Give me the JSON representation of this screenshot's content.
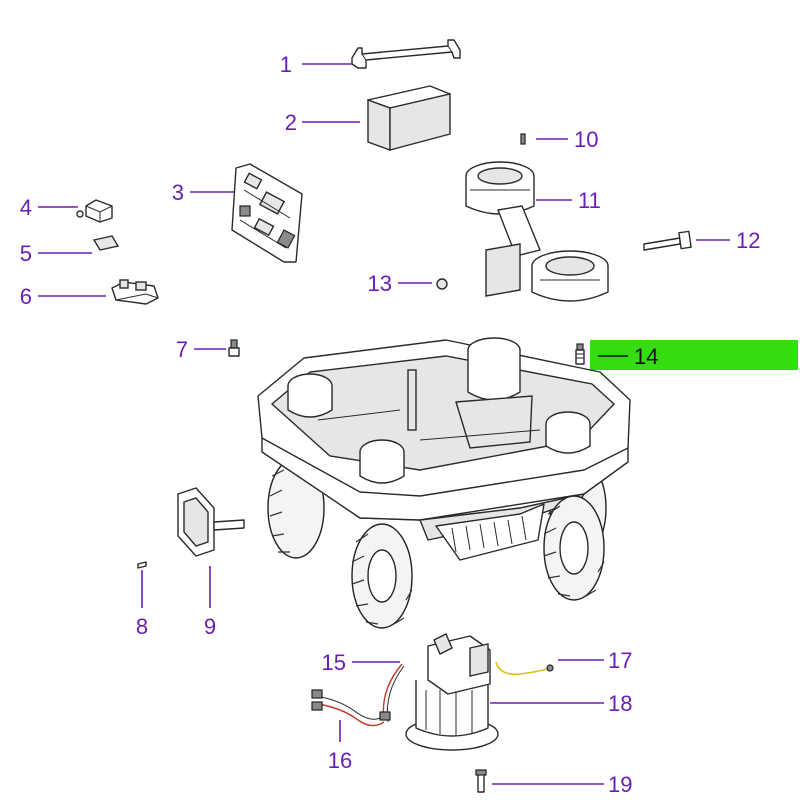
{
  "highlight_color": "#33dd11",
  "callout_color": "#6a1fb0",
  "highlighted_label": "14",
  "labels": [
    {
      "id": "1",
      "text": "1"
    },
    {
      "id": "2",
      "text": "2"
    },
    {
      "id": "3",
      "text": "3"
    },
    {
      "id": "4",
      "text": "4"
    },
    {
      "id": "5",
      "text": "5"
    },
    {
      "id": "6",
      "text": "6"
    },
    {
      "id": "7",
      "text": "7"
    },
    {
      "id": "8",
      "text": "8"
    },
    {
      "id": "9",
      "text": "9"
    },
    {
      "id": "10",
      "text": "10"
    },
    {
      "id": "11",
      "text": "11"
    },
    {
      "id": "12",
      "text": "12"
    },
    {
      "id": "13",
      "text": "13"
    },
    {
      "id": "14",
      "text": "14"
    },
    {
      "id": "15",
      "text": "15"
    },
    {
      "id": "16",
      "text": "16"
    },
    {
      "id": "17",
      "text": "17"
    },
    {
      "id": "18",
      "text": "18"
    },
    {
      "id": "19",
      "text": "19"
    }
  ]
}
